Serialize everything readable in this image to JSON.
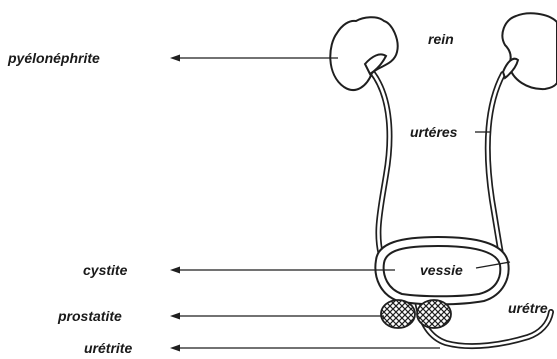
{
  "labels": {
    "pyelonephrite": "pyélonéphrite",
    "cystite": "cystite",
    "prostatite": "prostatite",
    "uretrite": "urétrite",
    "rein": "rein",
    "ureteres": "urtéres",
    "vessie": "vessie",
    "uretre": "urétre"
  },
  "colors": {
    "ink": "#1f1f1f",
    "background": "#ffffff"
  }
}
